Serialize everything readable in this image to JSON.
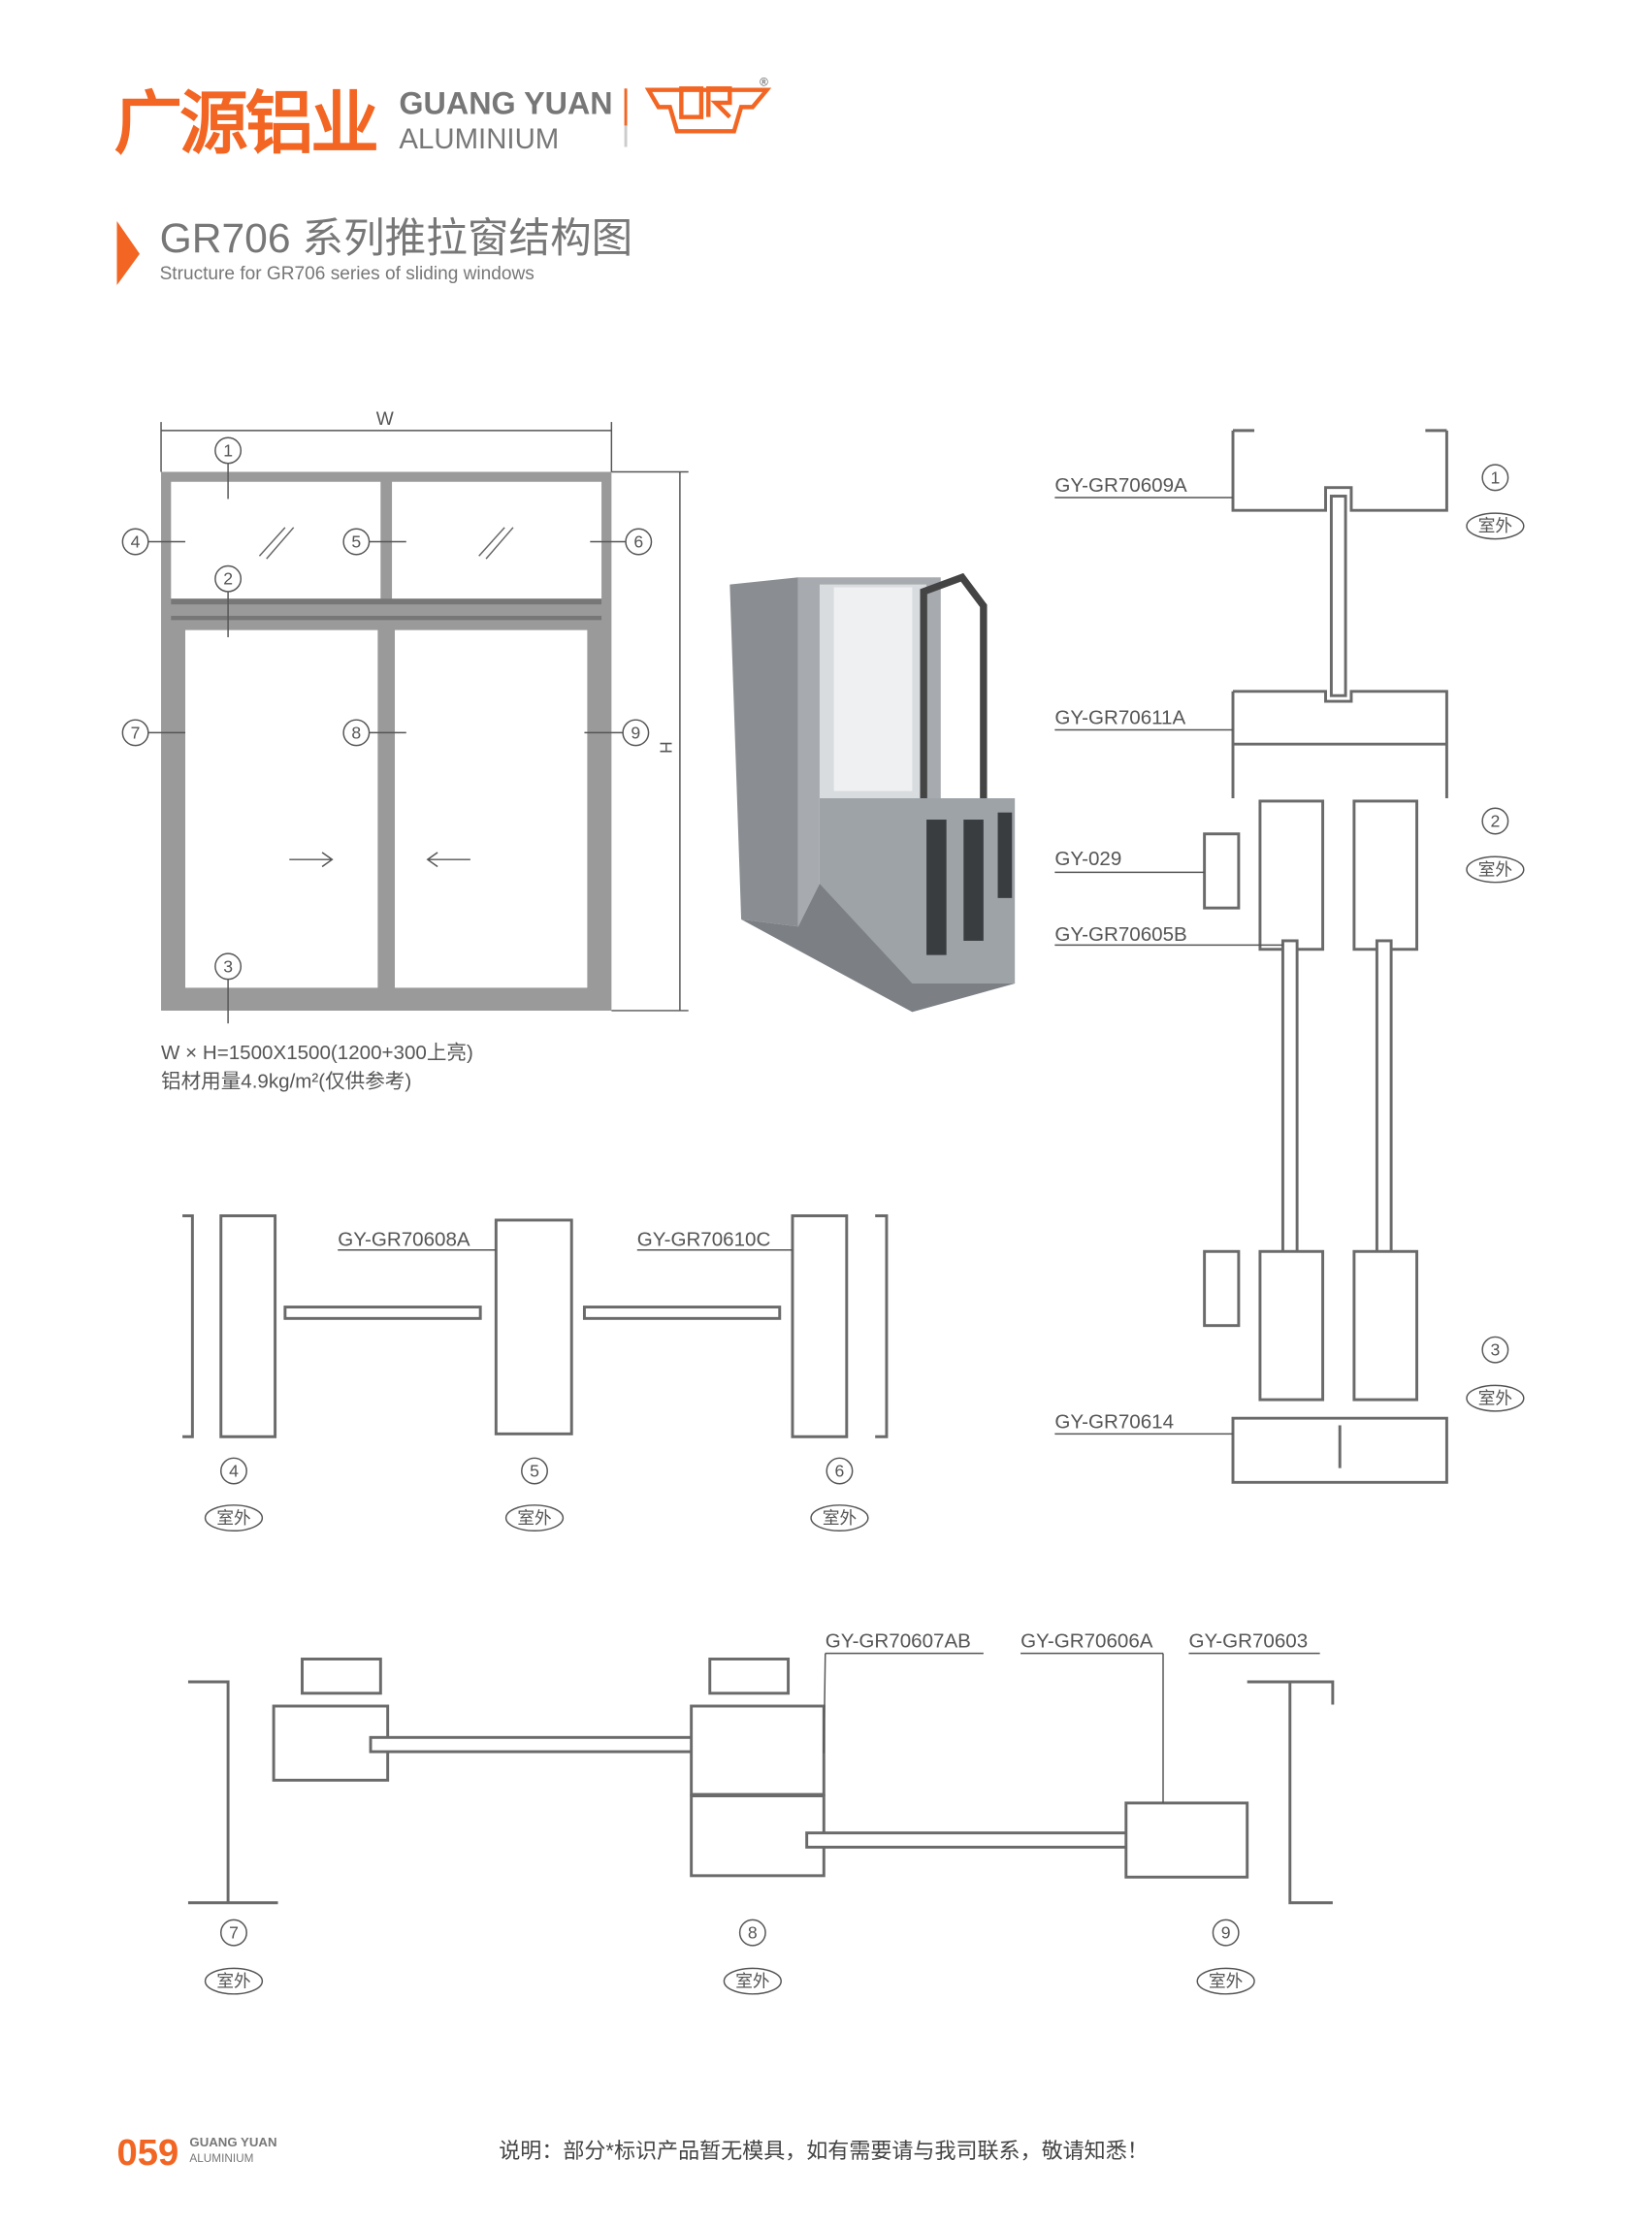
{
  "header": {
    "brand_cn": "广源铝业",
    "brand_en_1": "GUANG YUAN",
    "brand_en_2": "ALUMINIUM",
    "trademark": "®",
    "title": "GR706 系列推拉窗结构图",
    "subtitle": "Structure for GR706 series of sliding windows"
  },
  "colors": {
    "accent": "#f26522",
    "text": "#555555",
    "frame": "#9a9a9a"
  },
  "elevation": {
    "width_label": "W",
    "height_label": "H",
    "markers": [
      "1",
      "2",
      "3",
      "4",
      "5",
      "6",
      "7",
      "8",
      "9"
    ],
    "size_note": "W × H=1500X1500(1200+300上亮)",
    "material_note": "铝材用量4.9kg/m²(仅供参考)"
  },
  "vertical_section": {
    "labels": [
      "GY-GR70609A",
      "GY-GR70611A",
      "GY-029",
      "GY-GR70605B",
      "GY-GR70614"
    ],
    "markers": [
      "1",
      "2",
      "3"
    ],
    "side_label": "室外"
  },
  "middle_section": {
    "labels": [
      "GY-GR70608A",
      "GY-GR70610C"
    ],
    "markers": [
      "4",
      "5",
      "6"
    ],
    "side_label": "室外"
  },
  "bottom_section": {
    "labels": [
      "GY-GR70607AB",
      "GY-GR70606A",
      "GY-GR70603"
    ],
    "markers": [
      "7",
      "8",
      "9"
    ],
    "side_label": "室外"
  },
  "footer": {
    "page_number": "059",
    "brand_1": "GUANG YUAN",
    "brand_2": "ALUMINIUM",
    "note": "说明：部分*标识产品暂无模具，如有需要请与我司联系，敬请知悉！"
  }
}
